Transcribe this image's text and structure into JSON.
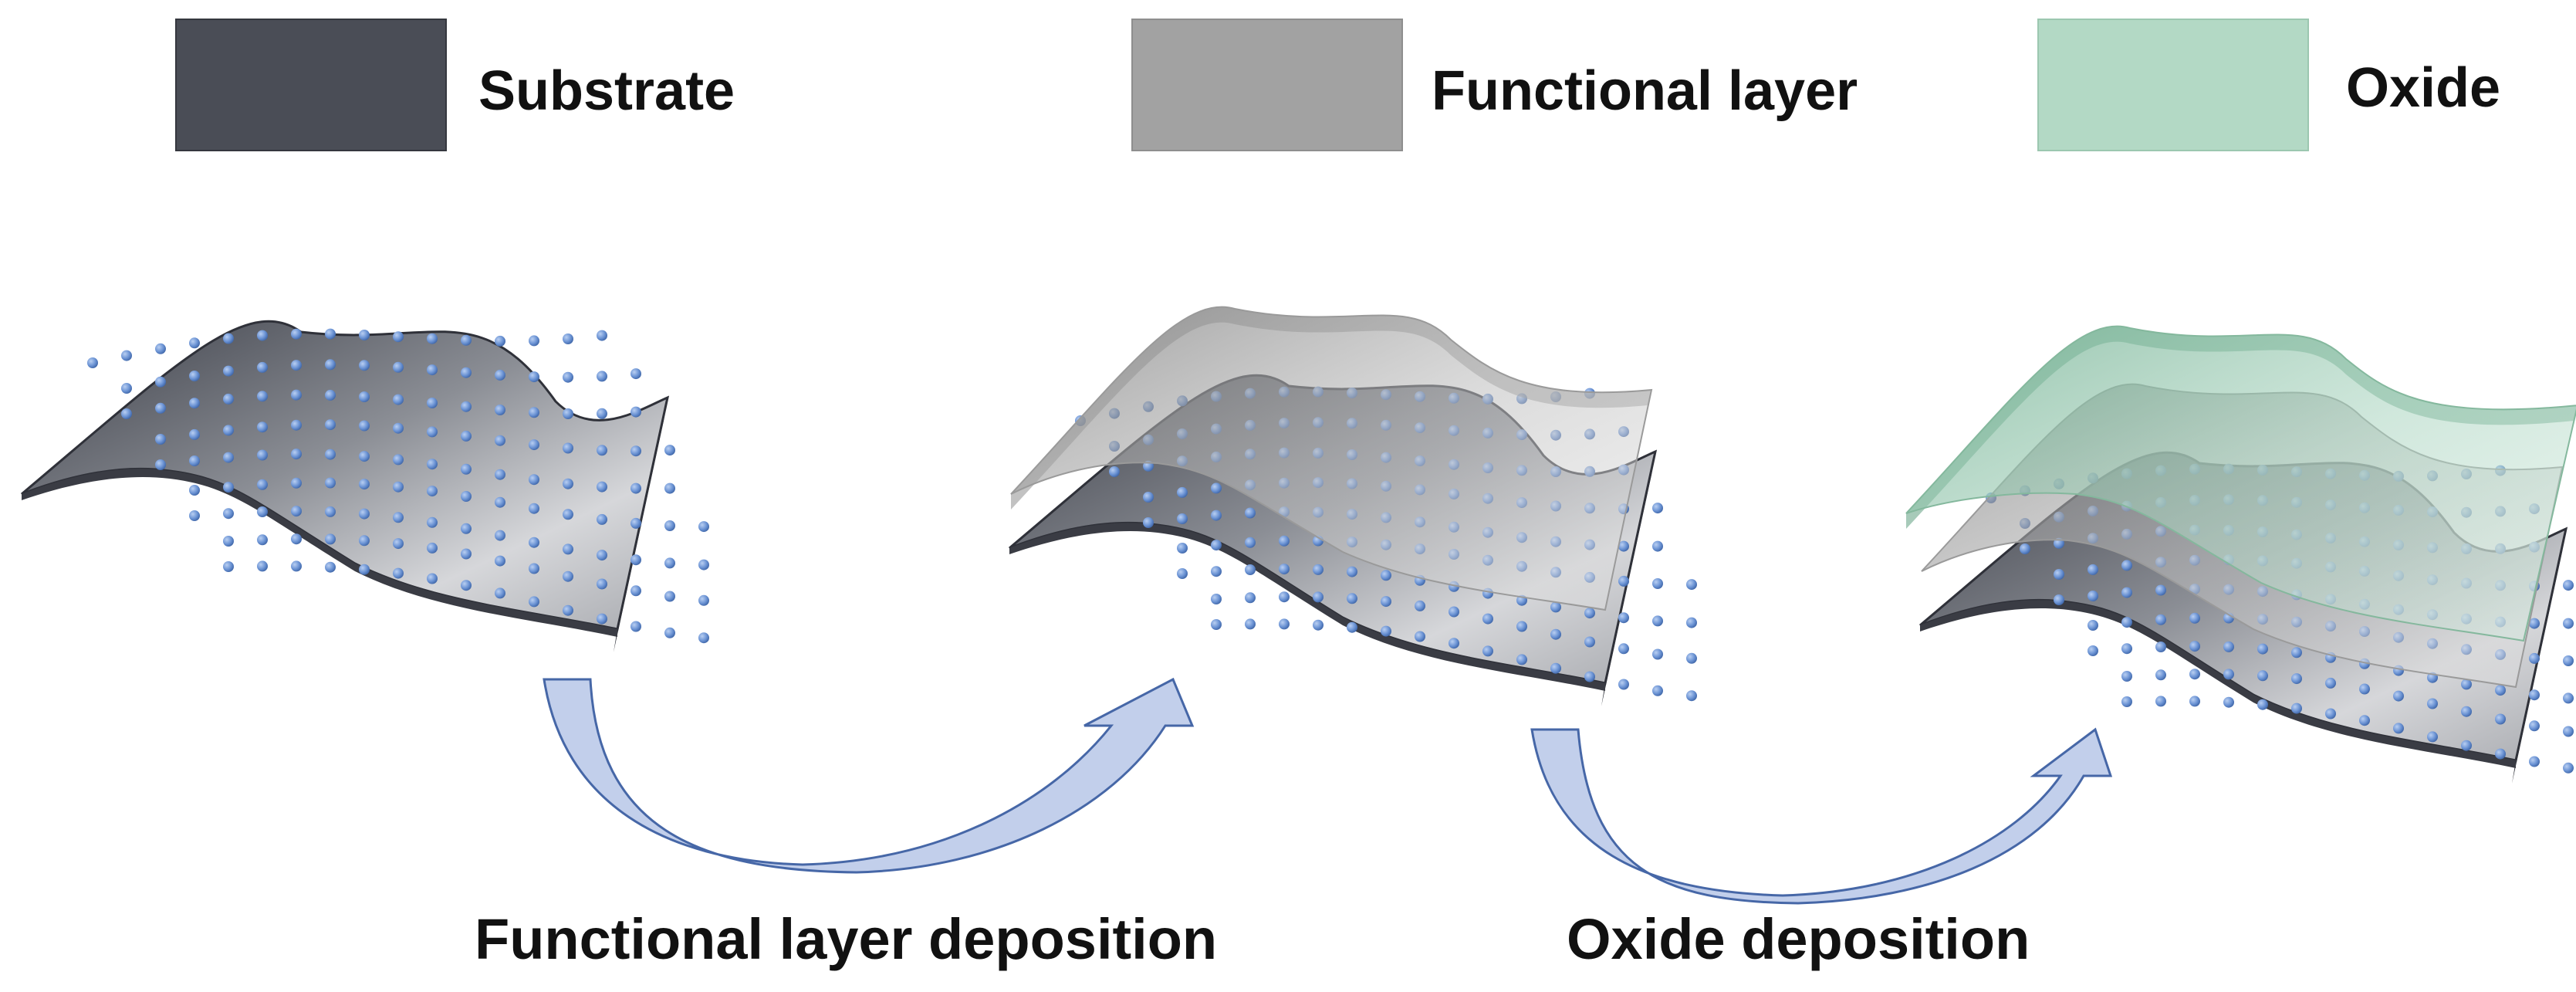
{
  "legend": {
    "substrate": {
      "label": "Substrate",
      "color": "#4a4d56"
    },
    "functional": {
      "label": "Functional layer",
      "color": "#a2a2a2"
    },
    "oxide": {
      "label": "Oxide",
      "color": "#b3d9c5"
    }
  },
  "steps": {
    "functional": {
      "label": "Functional layer deposition"
    },
    "oxide": {
      "label": "Oxide deposition"
    }
  },
  "colors": {
    "dot": "#6b93d4",
    "arrow_fill": "#bfcdea",
    "arrow_stroke": "#3d5fa3"
  }
}
